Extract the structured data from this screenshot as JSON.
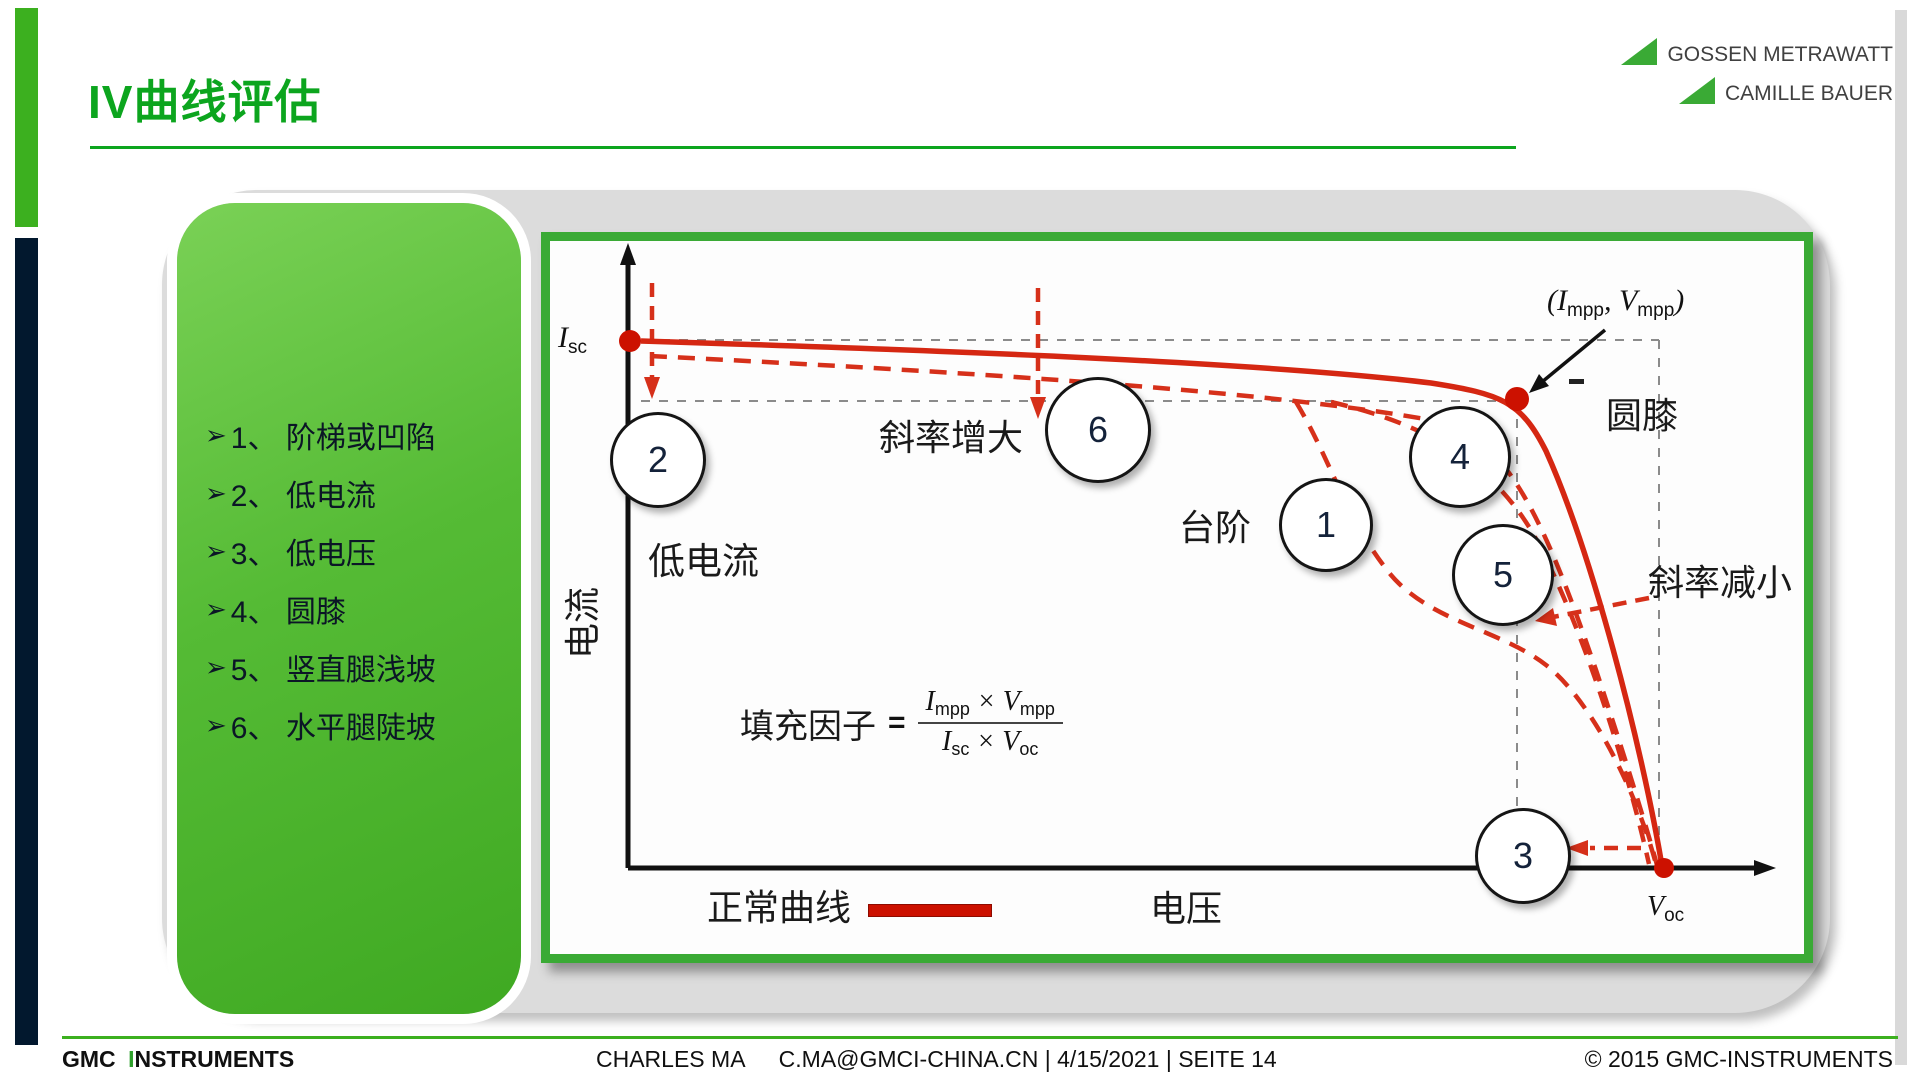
{
  "title": {
    "text": "IV曲线评估"
  },
  "logos": {
    "line1": "GOSSEN METRAWATT",
    "line2": "CAMILLE BAUER"
  },
  "sidebar": {
    "bullet": "➢",
    "items": [
      {
        "label": "1、 阶梯或凹陷"
      },
      {
        "label": "2、 低电流"
      },
      {
        "label": "3、 低电压"
      },
      {
        "label": "4、 圆膝"
      },
      {
        "label": "5、 竖直腿浅坡"
      },
      {
        "label": "6、 水平腿陡坡"
      }
    ]
  },
  "diagram": {
    "y_axis_label": "电流",
    "x_axis_label": "电压",
    "isc": {
      "base": "I",
      "sub": "sc"
    },
    "voc": {
      "base": "V",
      "sub": "oc"
    },
    "mpp": {
      "open": "(",
      "i": "I",
      "isub": "mpp",
      "sep": ", ",
      "v": "V",
      "vsub": "mpp",
      "close": ")"
    },
    "annotations": {
      "low_current": "低电流",
      "slope_increase": "斜率增大",
      "step": "台阶",
      "round_knee": "圆膝",
      "slope_decrease": "斜率减小"
    },
    "circles": {
      "c1": "1",
      "c2": "2",
      "c3": "3",
      "c4": "4",
      "c5": "5",
      "c6": "6"
    },
    "formula": {
      "lhs": "填充因子",
      "eq": "=",
      "num_i1": "I",
      "num_s1": "mpp",
      "num_times": "×",
      "num_i2": "V",
      "num_s2": "mpp",
      "den_i1": "I",
      "den_s1": "sc",
      "den_times": "×",
      "den_i2": "V",
      "den_s2": "oc"
    },
    "legend": {
      "normal_curve": "正常曲线"
    },
    "colors": {
      "normal_curve_red": "#d52712",
      "defect_dashed_red": "#d6301a",
      "dot_red": "#cc1100",
      "guide_gray": "#8b8b8b",
      "border_green": "#3aaa35"
    }
  },
  "footer": {
    "brand_bold": "GMC",
    "brand_i": "I",
    "brand_rest": "NSTRUMENTS",
    "author": "CHARLES MA",
    "meta": "C.MA@GMCI-CHINA.CN | 4/15/2021 | SEITE 14",
    "copyright": "© 2015 GMC-INSTRUMENTS"
  },
  "theme": {
    "title_green": "#0ca51e",
    "bar_green": "#3cb01f",
    "bar_navy": "#02182e",
    "panel_gray": "#dcdcdc",
    "edge_strip_gray": "#d9d9d9"
  }
}
